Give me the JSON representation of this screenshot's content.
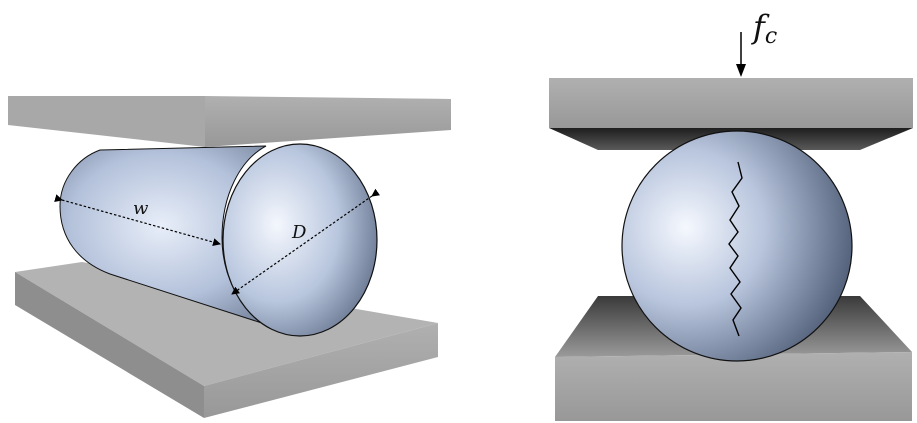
{
  "left_panel": {
    "label_width": "w",
    "label_diameter": "D"
  },
  "right_panel": {
    "force_label_main": "f",
    "force_label_sub": "c"
  },
  "colors": {
    "plate_front": "#a3a3a3",
    "plate_top": "#b9b9b9",
    "plate_side": "#8d8d8d",
    "plate_underside": "#2e2e2e",
    "specimen_light": "#e6edf8",
    "specimen_mid": "#a9b8d2",
    "specimen_dark": "#3f4d66",
    "line": "#000000"
  },
  "icons": {
    "force": "down-arrow-icon",
    "fracture": "crack-line-icon"
  }
}
